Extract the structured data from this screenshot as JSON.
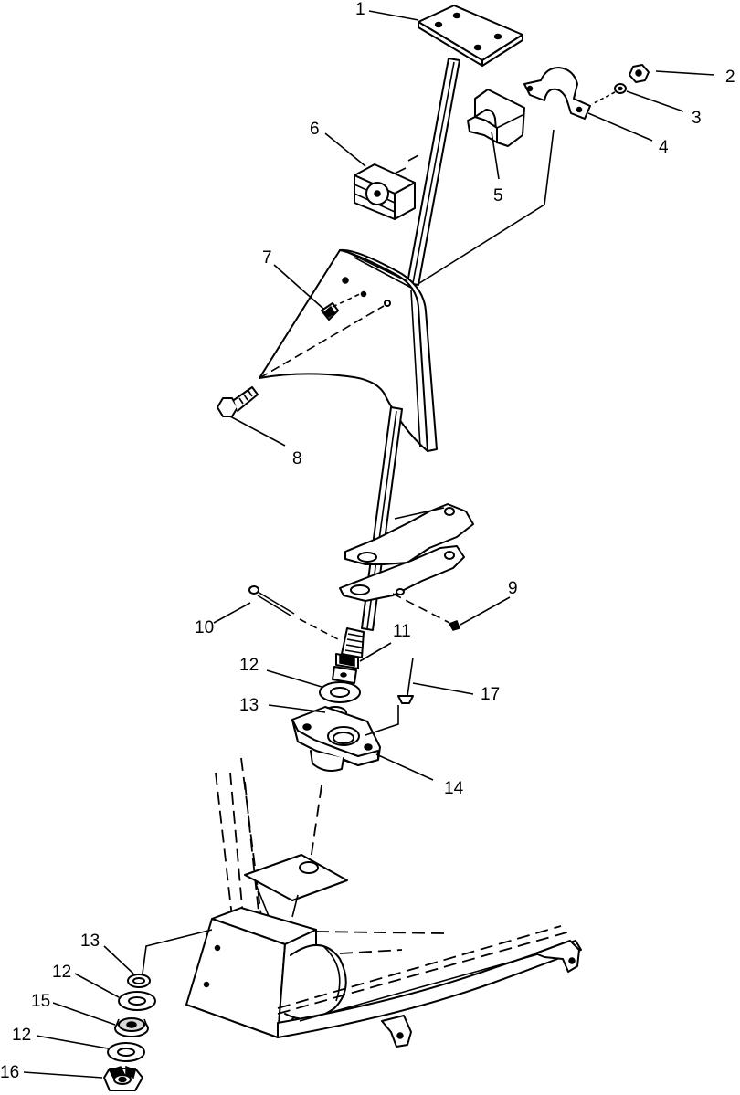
{
  "callouts": [
    "1",
    "2",
    "3",
    "4",
    "5",
    "6",
    "7",
    "8",
    "9",
    "10",
    "11",
    "12",
    "13",
    "14",
    "15",
    "12",
    "16",
    "17",
    "12",
    "13"
  ],
  "colors": {
    "ink": "#000000",
    "paper": "#ffffff",
    "shade": "#d9d9d9"
  }
}
